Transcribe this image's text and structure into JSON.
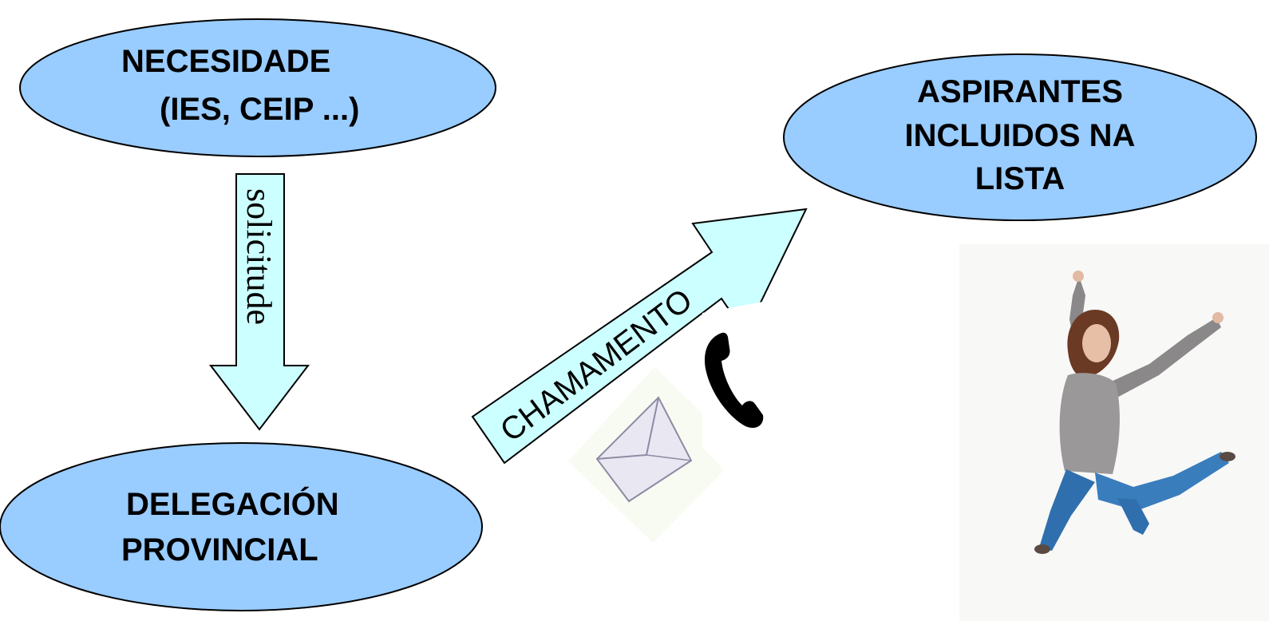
{
  "colors": {
    "ellipse_fill": "#99ccff",
    "arrow_fill": "#ccffff",
    "outline": "#000000"
  },
  "nodes": {
    "necesidade": {
      "line1": "NECESIDADE",
      "line2": "(IES, CEIP ...)"
    },
    "delegacion": {
      "line1": "DELEGACIÓN",
      "line2": "PROVINCIAL"
    },
    "aspirantes": {
      "line1": "ASPIRANTES",
      "line2": "INCLUIDOS NA",
      "line3": "LISTA"
    }
  },
  "arrows": {
    "solicitude": "solicitude",
    "chamamento": "CHAMAMENTO"
  },
  "icons": [
    "envelope-icon",
    "telephone-icon",
    "jumping-woman-illustration"
  ]
}
